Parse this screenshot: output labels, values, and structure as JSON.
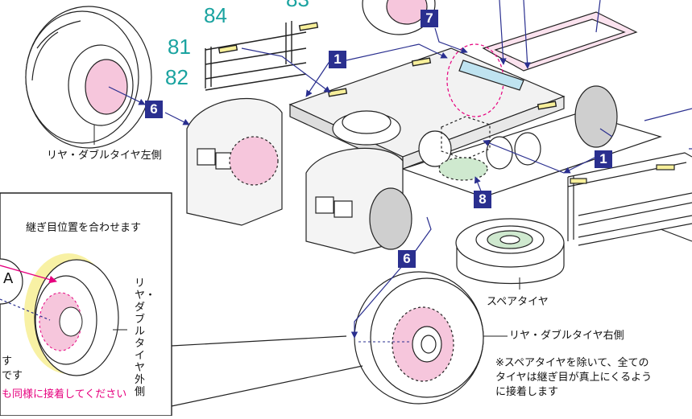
{
  "part_numbers": {
    "p84": "84",
    "p81": "81",
    "p82": "82",
    "p83_partial": "83"
  },
  "steps": {
    "s1a": "1",
    "s1b": "1",
    "s6a": "6",
    "s6b": "6",
    "s7": "7",
    "s8": "8"
  },
  "labels": {
    "rear_dual_left": "リヤ・ダブルタイヤ左側",
    "rear_dual_right": "リヤ・ダブルタイヤ右側",
    "spare_tire": "スペアタイヤ",
    "seam_align": "継ぎ目位置を合わせます",
    "rear_dual_outer": "リヤ・ダブルタイヤ外側",
    "note_line1": "※スペアタイヤを除いて、全ての",
    "note_line2": "タイヤは継ぎ目が真上にくるよう",
    "note_line3": "に接着します",
    "inset_partial_1": "す",
    "inset_partial_2": "です",
    "inset_pink_note": "も同様に接着してください",
    "inset_letter": "A"
  },
  "colors": {
    "teal": "#1aa3a0",
    "navy": "#2a2f8f",
    "pink": "#f6c6dc",
    "yellow": "#f7ef9a",
    "accent": "#e6007e",
    "gray": "#cfcfcf"
  }
}
